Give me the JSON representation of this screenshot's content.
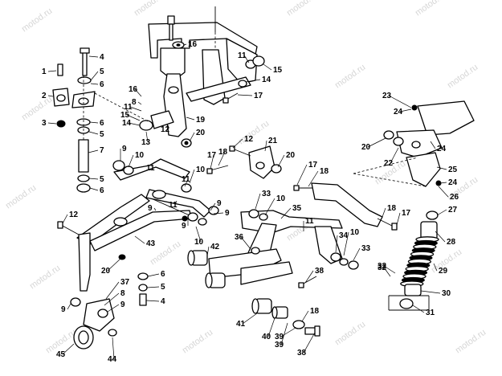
{
  "watermark": "motod.ru",
  "callouts": [
    "1",
    "2",
    "3",
    "4",
    "5",
    "6",
    "7",
    "8",
    "9",
    "10",
    "11",
    "12",
    "13",
    "14",
    "15",
    "16",
    "17",
    "18",
    "19",
    "20",
    "21",
    "22",
    "23",
    "24",
    "25",
    "26",
    "27",
    "28",
    "29",
    "30",
    "31",
    "32",
    "33",
    "34",
    "35",
    "36",
    "37",
    "38",
    "39",
    "40",
    "41",
    "42",
    "43",
    "44",
    "45"
  ]
}
